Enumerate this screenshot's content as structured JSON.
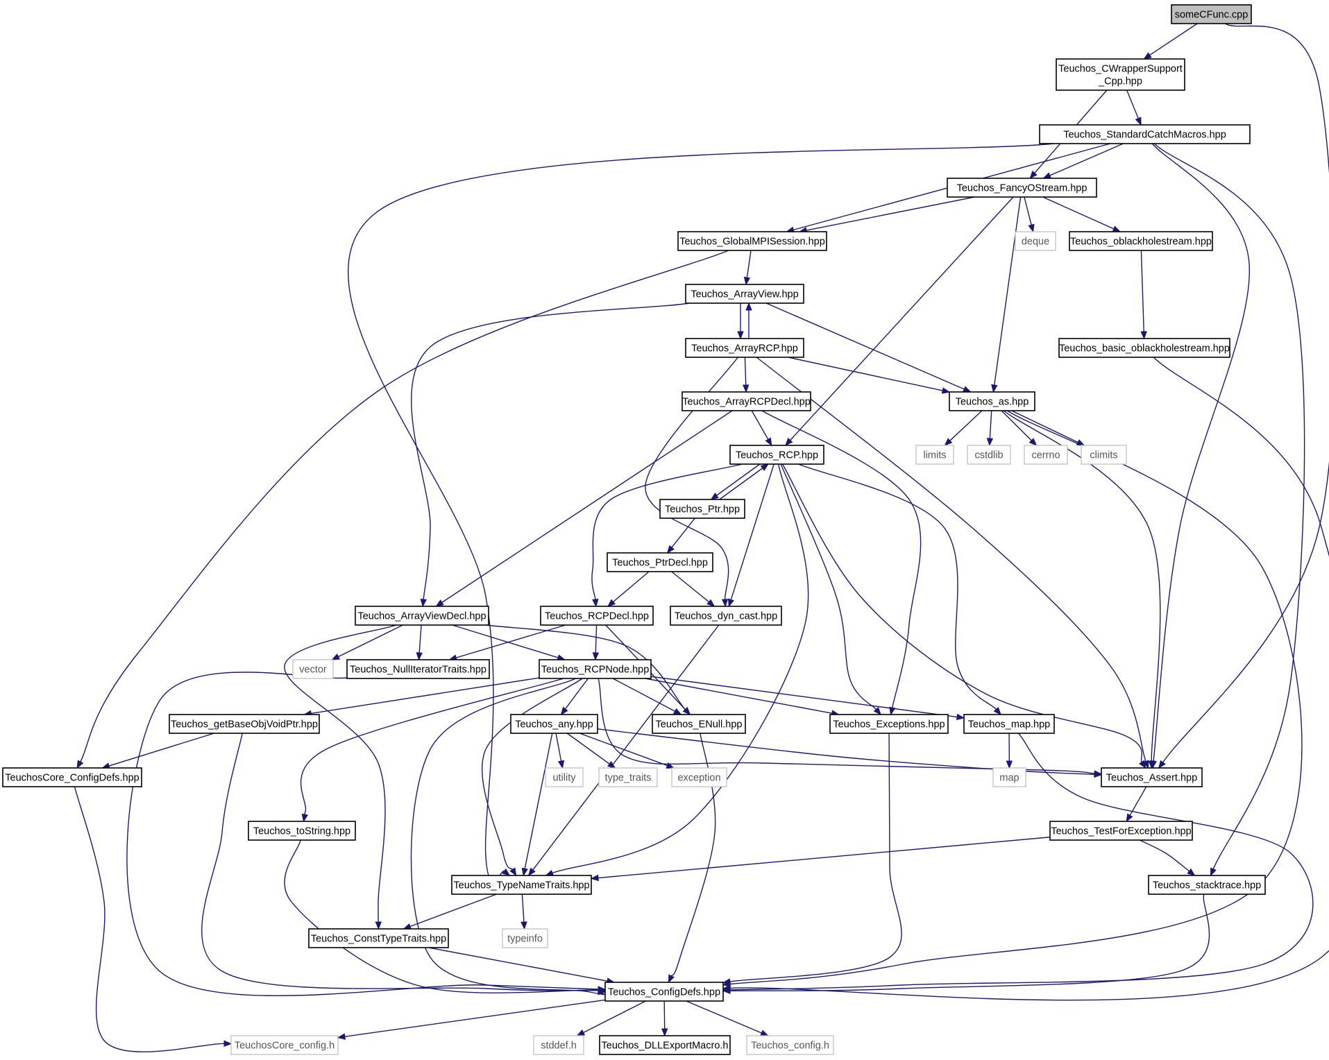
{
  "diagram": {
    "nodes": [
      {
        "id": "someCFunc",
        "label": "someCFunc.cpp",
        "kind": "root"
      },
      {
        "id": "CWrapper",
        "label": "Teuchos_CWrapperSupport\n_Cpp.hpp",
        "kind": "header"
      },
      {
        "id": "StdCatch",
        "label": "Teuchos_StandardCatchMacros.hpp",
        "kind": "header"
      },
      {
        "id": "FancyO",
        "label": "Teuchos_FancyOStream.hpp",
        "kind": "header"
      },
      {
        "id": "GlobalMPI",
        "label": "Teuchos_GlobalMPISession.hpp",
        "kind": "header"
      },
      {
        "id": "deque",
        "label": "deque",
        "kind": "system"
      },
      {
        "id": "oblack",
        "label": "Teuchos_oblackholestream.hpp",
        "kind": "header"
      },
      {
        "id": "ArrayView",
        "label": "Teuchos_ArrayView.hpp",
        "kind": "header"
      },
      {
        "id": "ArrayRCP",
        "label": "Teuchos_ArrayRCP.hpp",
        "kind": "header"
      },
      {
        "id": "basicoblack",
        "label": "Teuchos_basic_oblackholestream.hpp",
        "kind": "header"
      },
      {
        "id": "ArrayRCPDecl",
        "label": "Teuchos_ArrayRCPDecl.hpp",
        "kind": "header"
      },
      {
        "id": "as",
        "label": "Teuchos_as.hpp",
        "kind": "header"
      },
      {
        "id": "limits",
        "label": "limits",
        "kind": "system"
      },
      {
        "id": "cstdlib",
        "label": "cstdlib",
        "kind": "system"
      },
      {
        "id": "cerrno",
        "label": "cerrno",
        "kind": "system"
      },
      {
        "id": "climits",
        "label": "climits",
        "kind": "system"
      },
      {
        "id": "RCP",
        "label": "Teuchos_RCP.hpp",
        "kind": "header"
      },
      {
        "id": "Ptr",
        "label": "Teuchos_Ptr.hpp",
        "kind": "header"
      },
      {
        "id": "PtrDecl",
        "label": "Teuchos_PtrDecl.hpp",
        "kind": "header"
      },
      {
        "id": "ArrayViewDecl",
        "label": "Teuchos_ArrayViewDecl.hpp",
        "kind": "header"
      },
      {
        "id": "RCPDecl",
        "label": "Teuchos_RCPDecl.hpp",
        "kind": "header"
      },
      {
        "id": "dyncast",
        "label": "Teuchos_dyn_cast.hpp",
        "kind": "header"
      },
      {
        "id": "vector",
        "label": "vector",
        "kind": "system"
      },
      {
        "id": "NullIter",
        "label": "Teuchos_NullIteratorTraits.hpp",
        "kind": "header"
      },
      {
        "id": "RCPNode",
        "label": "Teuchos_RCPNode.hpp",
        "kind": "header"
      },
      {
        "id": "getBase",
        "label": "Teuchos_getBaseObjVoidPtr.hpp",
        "kind": "header"
      },
      {
        "id": "any",
        "label": "Teuchos_any.hpp",
        "kind": "header"
      },
      {
        "id": "ENull",
        "label": "Teuchos_ENull.hpp",
        "kind": "header"
      },
      {
        "id": "Exceptions",
        "label": "Teuchos_Exceptions.hpp",
        "kind": "header"
      },
      {
        "id": "map_hpp",
        "label": "Teuchos_map.hpp",
        "kind": "header"
      },
      {
        "id": "CoreConfigDefs",
        "label": "TeuchosCore_ConfigDefs.hpp",
        "kind": "header"
      },
      {
        "id": "utility",
        "label": "utility",
        "kind": "system"
      },
      {
        "id": "type_traits",
        "label": "type_traits",
        "kind": "system"
      },
      {
        "id": "exception",
        "label": "exception",
        "kind": "system"
      },
      {
        "id": "map",
        "label": "map",
        "kind": "system"
      },
      {
        "id": "Assert",
        "label": "Teuchos_Assert.hpp",
        "kind": "header"
      },
      {
        "id": "toString",
        "label": "Teuchos_toString.hpp",
        "kind": "header"
      },
      {
        "id": "TestForExc",
        "label": "Teuchos_TestForException.hpp",
        "kind": "header"
      },
      {
        "id": "TypeName",
        "label": "Teuchos_TypeNameTraits.hpp",
        "kind": "header"
      },
      {
        "id": "stacktrace",
        "label": "Teuchos_stacktrace.hpp",
        "kind": "header"
      },
      {
        "id": "ConstType",
        "label": "Teuchos_ConstTypeTraits.hpp",
        "kind": "header"
      },
      {
        "id": "typeinfo",
        "label": "typeinfo",
        "kind": "system"
      },
      {
        "id": "ConfigDefs",
        "label": "Teuchos_ConfigDefs.hpp",
        "kind": "header"
      },
      {
        "id": "CoreConfigH",
        "label": "TeuchosCore_config.h",
        "kind": "system"
      },
      {
        "id": "stddef",
        "label": "stddef.h",
        "kind": "system"
      },
      {
        "id": "DLLExport",
        "label": "Teuchos_DLLExportMacro.h",
        "kind": "header"
      },
      {
        "id": "configH",
        "label": "Teuchos_config.h",
        "kind": "system"
      }
    ],
    "edges": [
      [
        "someCFunc",
        "CWrapper"
      ],
      [
        "someCFunc",
        "Assert"
      ],
      [
        "CWrapper",
        "StdCatch"
      ],
      [
        "CWrapper",
        "FancyO"
      ],
      [
        "StdCatch",
        "FancyO"
      ],
      [
        "StdCatch",
        "GlobalMPI"
      ],
      [
        "StdCatch",
        "TypeName"
      ],
      [
        "StdCatch",
        "Assert"
      ],
      [
        "StdCatch",
        "stacktrace"
      ],
      [
        "FancyO",
        "GlobalMPI"
      ],
      [
        "FancyO",
        "deque"
      ],
      [
        "FancyO",
        "oblack"
      ],
      [
        "FancyO",
        "RCP"
      ],
      [
        "FancyO",
        "as"
      ],
      [
        "GlobalMPI",
        "ArrayView"
      ],
      [
        "GlobalMPI",
        "CoreConfigDefs"
      ],
      [
        "oblack",
        "basicoblack"
      ],
      [
        "basicoblack",
        "ConfigDefs"
      ],
      [
        "ArrayView",
        "ArrayRCP"
      ],
      [
        "ArrayView",
        "ArrayViewDecl"
      ],
      [
        "ArrayView",
        "as"
      ],
      [
        "ArrayRCP",
        "ArrayView"
      ],
      [
        "ArrayRCP",
        "ArrayRCPDecl"
      ],
      [
        "ArrayRCP",
        "as"
      ],
      [
        "ArrayRCP",
        "dyncast"
      ],
      [
        "ArrayRCP",
        "Assert"
      ],
      [
        "ArrayRCPDecl",
        "RCP"
      ],
      [
        "ArrayRCPDecl",
        "ArrayViewDecl"
      ],
      [
        "ArrayRCPDecl",
        "Exceptions"
      ],
      [
        "as",
        "limits"
      ],
      [
        "as",
        "cstdlib"
      ],
      [
        "as",
        "cerrno"
      ],
      [
        "as",
        "climits"
      ],
      [
        "as",
        "Assert"
      ],
      [
        "as",
        "ConfigDefs"
      ],
      [
        "RCP",
        "Ptr"
      ],
      [
        "RCP",
        "RCPDecl"
      ],
      [
        "RCP",
        "dyncast"
      ],
      [
        "RCP",
        "TypeName"
      ],
      [
        "RCP",
        "Exceptions"
      ],
      [
        "RCP",
        "Assert"
      ],
      [
        "RCP",
        "map_hpp"
      ],
      [
        "Ptr",
        "RCP"
      ],
      [
        "Ptr",
        "PtrDecl"
      ],
      [
        "PtrDecl",
        "RCPDecl"
      ],
      [
        "PtrDecl",
        "dyncast"
      ],
      [
        "ArrayViewDecl",
        "vector"
      ],
      [
        "ArrayViewDecl",
        "NullIter"
      ],
      [
        "ArrayViewDecl",
        "RCPNode"
      ],
      [
        "ArrayViewDecl",
        "ENull"
      ],
      [
        "ArrayViewDecl",
        "ConstType"
      ],
      [
        "RCPDecl",
        "NullIter"
      ],
      [
        "RCPDecl",
        "RCPNode"
      ],
      [
        "RCPDecl",
        "ENull"
      ],
      [
        "dyncast",
        "TypeName"
      ],
      [
        "NullIter",
        "ConfigDefs"
      ],
      [
        "RCPNode",
        "getBase"
      ],
      [
        "RCPNode",
        "any"
      ],
      [
        "RCPNode",
        "ENull"
      ],
      [
        "RCPNode",
        "Exceptions"
      ],
      [
        "RCPNode",
        "map_hpp"
      ],
      [
        "RCPNode",
        "Assert"
      ],
      [
        "RCPNode",
        "toString"
      ],
      [
        "RCPNode",
        "TypeName"
      ],
      [
        "RCPNode",
        "ConfigDefs"
      ],
      [
        "getBase",
        "CoreConfigDefs"
      ],
      [
        "getBase",
        "ConfigDefs"
      ],
      [
        "any",
        "utility"
      ],
      [
        "any",
        "type_traits"
      ],
      [
        "any",
        "exception"
      ],
      [
        "any",
        "Assert"
      ],
      [
        "any",
        "TypeName"
      ],
      [
        "ENull",
        "ConfigDefs"
      ],
      [
        "Exceptions",
        "ConfigDefs"
      ],
      [
        "map_hpp",
        "map"
      ],
      [
        "map_hpp",
        "ConfigDefs"
      ],
      [
        "CoreConfigDefs",
        "CoreConfigH"
      ],
      [
        "Assert",
        "TestForExc"
      ],
      [
        "toString",
        "ConfigDefs"
      ],
      [
        "TestForExc",
        "TypeName"
      ],
      [
        "TestForExc",
        "stacktrace"
      ],
      [
        "TypeName",
        "ConstType"
      ],
      [
        "TypeName",
        "typeinfo"
      ],
      [
        "stacktrace",
        "ConfigDefs"
      ],
      [
        "ConstType",
        "ConfigDefs"
      ],
      [
        "ConfigDefs",
        "CoreConfigH"
      ],
      [
        "ConfigDefs",
        "stddef"
      ],
      [
        "ConfigDefs",
        "DLLExport"
      ],
      [
        "ConfigDefs",
        "configH"
      ]
    ],
    "colors": {
      "edge": "#191970",
      "node_border": "#000000",
      "system_border": "#bfbfbf",
      "root_fill": "#bfbfbf"
    }
  }
}
